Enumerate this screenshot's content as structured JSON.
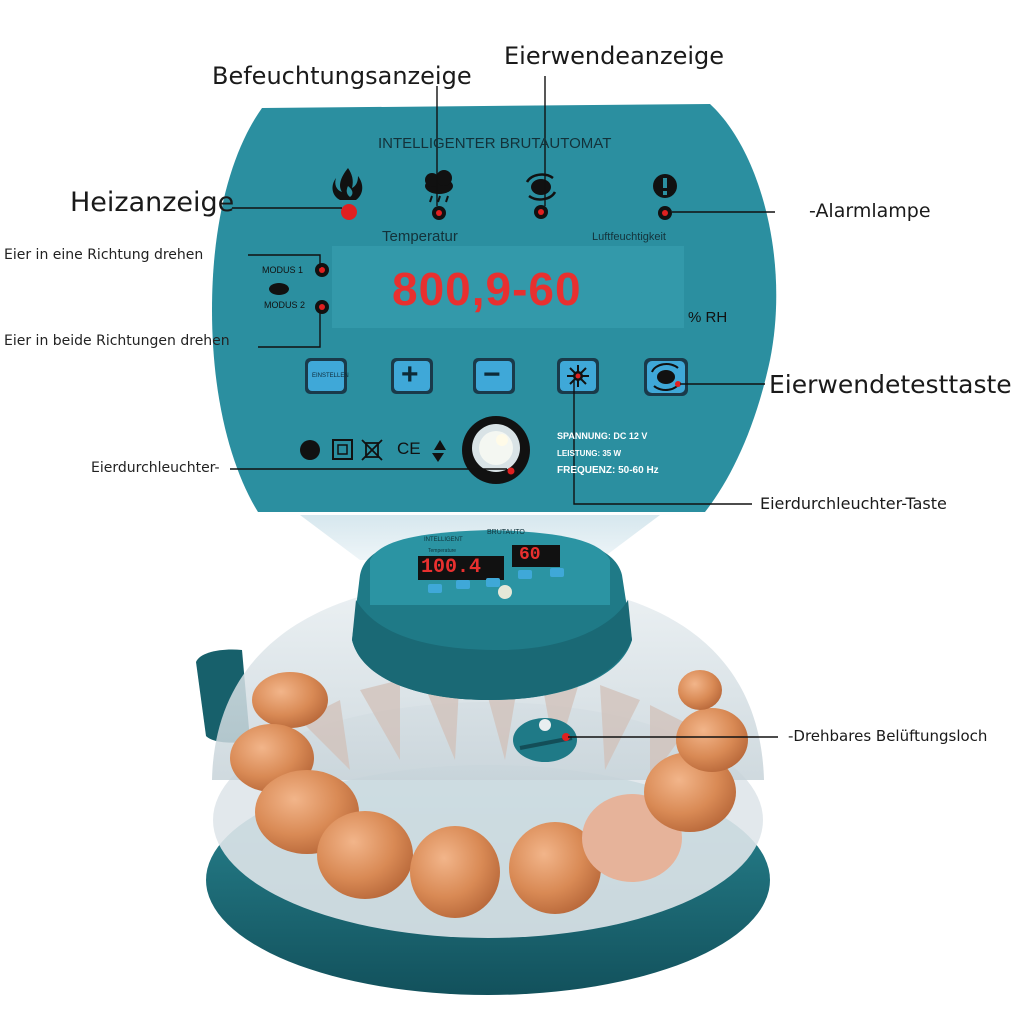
{
  "panel": {
    "title": "INTELLIGENTER BRUTAUTOMAT",
    "temp_label": "Temperatur",
    "humidity_label": "Luftfeuchtigkeit",
    "mode1": "MODUS 1",
    "mode2": "MODUS 2",
    "display": "800,9-60",
    "rh_unit": "% RH",
    "set_button": "EINSTELLEN",
    "plus": "+",
    "minus": "−",
    "spec_voltage": "SPANNUNG: DC 12 V",
    "spec_power": "LEISTUNG: 35 W",
    "spec_freq": "FREQUENZ: 50-60 Hz",
    "cert_ce": "CE"
  },
  "device": {
    "label_intelligent": "INTELLIGENT",
    "label_brutauto": "BRUTAUTO",
    "display_temp": "100.4",
    "display_humidity": "60",
    "temp_small": "Temperature"
  },
  "callouts": {
    "befeuchtung": "Befeuchtungsanzeige",
    "eierwende": "Eierwendeanzeige",
    "heiz": "Heizanzeige",
    "alarm": "-Alarmlampe",
    "eine_richtung": "Eier in eine Richtung drehen",
    "beide_richtungen": "Eier in beide Richtungen drehen",
    "testtaste": "Eierwendetesttaste",
    "durchleuchter": "Eierdurchleuchter-",
    "durchleuchter_taste": "Eierdurchleuchter-Taste",
    "belueftung": "-Drehbares Belüftungsloch"
  },
  "colors": {
    "panel": "#2b8fa0",
    "panel_dark": "#1d6f7d",
    "indicator_red": "#e02020",
    "display_red": "#e8302f",
    "egg": "#d98a55",
    "button": "#3fa8d8"
  }
}
